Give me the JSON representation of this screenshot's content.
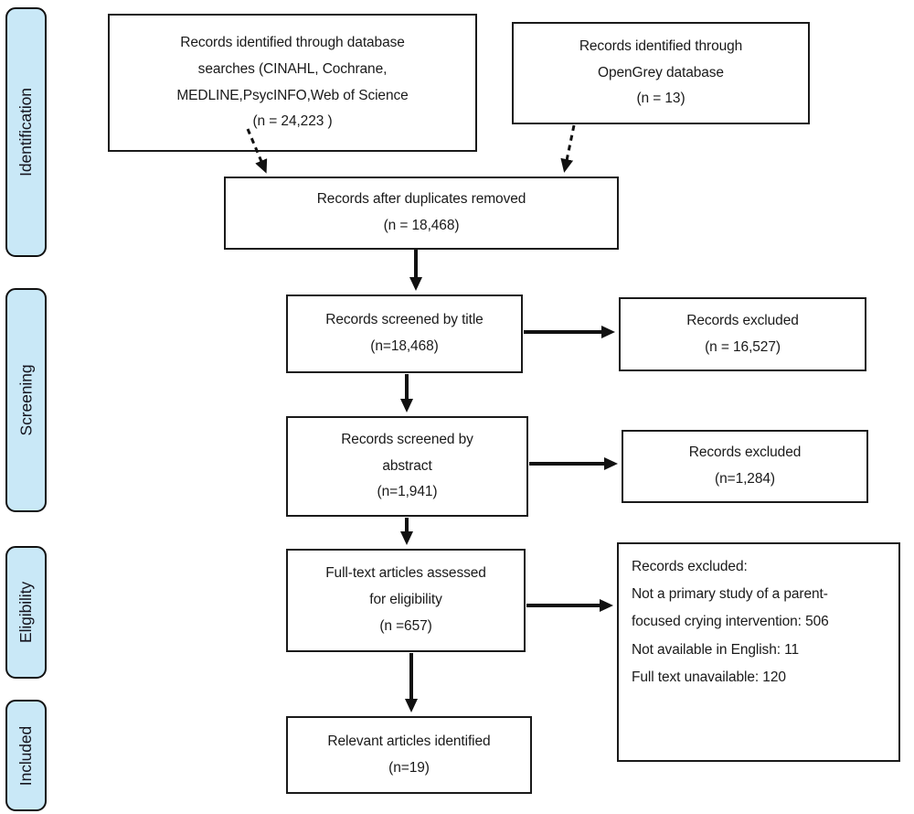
{
  "colors": {
    "stage_fill": "#c9e8f7",
    "box_border": "#1a1a1a",
    "arrow": "#111111",
    "background": "#ffffff"
  },
  "sidebar": {
    "stages": [
      {
        "label": "Identification"
      },
      {
        "label": "Screening"
      },
      {
        "label": "Eligibility"
      },
      {
        "label": "Included"
      }
    ]
  },
  "boxes": {
    "database_search": {
      "text": "Records identified through database\nsearches (CINAHL, Cochrane,\nMEDLINE,PsycINFO,Web of Science\n(n =  24,223 )"
    },
    "opengrey": {
      "text": "Records identified through\nOpenGrey database\n(n =  13)"
    },
    "duplicates_removed": {
      "text": "Records after duplicates removed\n(n = 18,468)"
    },
    "screened_title": {
      "text": "Records screened by title\n(n=18,468)"
    },
    "excluded_title": {
      "text": "Records excluded\n(n = 16,527)"
    },
    "screened_abstract": {
      "text": "Records screened by\nabstract\n(n=1,941)"
    },
    "excluded_abstract": {
      "text": "Records excluded\n(n=1,284)"
    },
    "fulltext_assessed": {
      "text": "Full-text articles assessed\nfor eligibility\n(n =657)"
    },
    "excluded_fulltext": {
      "text": "Records excluded:\nNot a primary study of a parent-\nfocused crying intervention: 506\nNot available in English: 11\nFull text unavailable: 120"
    },
    "relevant_identified": {
      "text": "Relevant articles identified\n(n=19)"
    }
  }
}
